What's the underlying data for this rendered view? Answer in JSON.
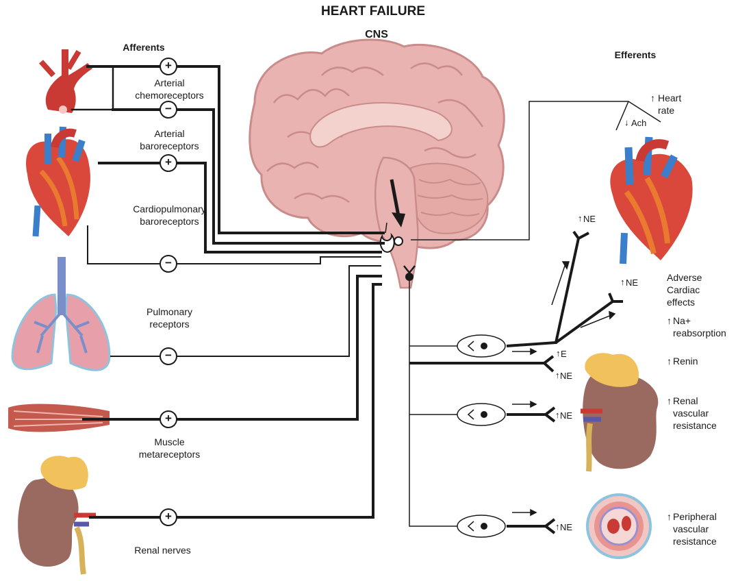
{
  "title": "HEART FAILURE",
  "cns_label": "CNS",
  "afferents": {
    "heading": "Afferents",
    "arterial_chemoreceptors": "Arterial\nchemoreceptors",
    "arterial_baroreceptors": "Arterial\nbaroreceptors",
    "cardiopulmonary_baroreceptors": "Cardiopulmonary\nbaroreceptors",
    "pulmonary_receptors": "Pulmonary\nreceptors",
    "muscle_metareceptors": "Muscle\nmetareceptors",
    "renal_nerves": "Renal nerves"
  },
  "efferents": {
    "heading": "Efferents",
    "heart_rate": "Heart\nrate",
    "ach": "Ach",
    "ne_top": "NE",
    "ne_mid": "NE",
    "e_label": "E",
    "ne_adrenal": "NE",
    "ne_renal": "NE",
    "ne_peripheral": "NE",
    "adverse_cardiac_effects": "Adverse\nCardiac\neffects",
    "na_reabsorption": "Na+\nreabsorption",
    "renin": "Renin",
    "renal_vascular_resistance": "Renal\nvascular\nresistance",
    "peripheral_vascular_resistance": "Peripheral\nvascular\nresistance"
  },
  "signs": {
    "plus": "+",
    "minus": "−",
    "up_arrow": "↑",
    "down_arrow": "↓"
  },
  "colors": {
    "line": "#1a1a1a",
    "brain": "#e8b3b0",
    "brain_dark": "#c98c8a",
    "heart_red": "#d9483b",
    "heart_orange": "#e97a2f",
    "vessel_blue": "#3b7ec9",
    "lung_pink": "#e7a0aa",
    "lung_edge": "#8cc3de",
    "kidney": "#9a6a60",
    "adrenal": "#f1c25c",
    "muscle": "#c45a4e"
  }
}
